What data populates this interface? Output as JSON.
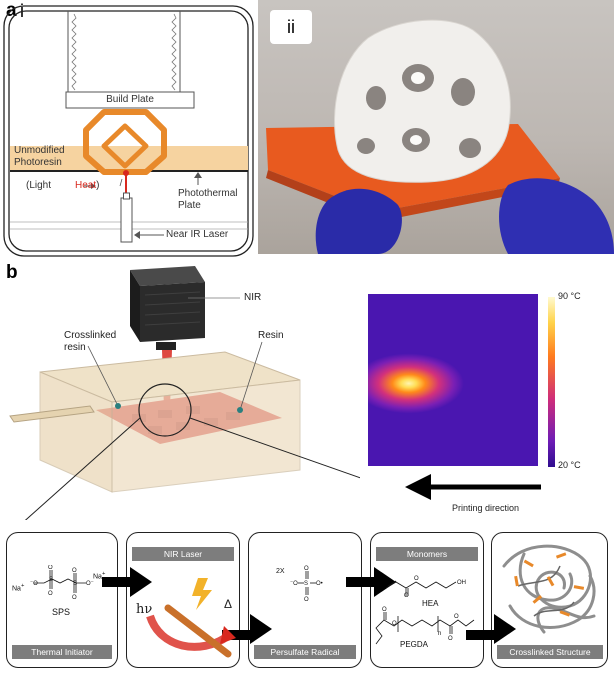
{
  "panel_a": {
    "letter": "a",
    "sub_i": "i",
    "sub_ii": "ii",
    "labels": {
      "build_plate": "Build Plate",
      "resin": "Unmodified\nPhotoresin",
      "light": "(Light",
      "heat": "Heat",
      "close_paren": ")",
      "photothermal": "Photothermal\nPlate",
      "laser": "Near IR Laser"
    }
  },
  "panel_b": {
    "letter": "b",
    "labels": {
      "nir": "NIR",
      "crosslinked_resin": "Crosslinked\nresin",
      "resin": "Resin"
    },
    "thermal_map": {
      "max_label": "90 °C",
      "min_label": "20 °C",
      "direction_label": "Printing direction"
    }
  },
  "steps": [
    {
      "label": "Thermal Initiator",
      "chem_name": "SPS",
      "na1": "Na",
      "na2": "Na"
    },
    {
      "label": "NIR Laser",
      "hv": "hν",
      "delta": "Δ"
    },
    {
      "label": "Persulfate Radical",
      "prefix": "2X"
    },
    {
      "label": "Monomers",
      "m1": "HEA",
      "m2": "PEGDA",
      "n": "n"
    },
    {
      "label": "Crosslinked Structure"
    }
  ],
  "colors": {
    "orange": "#e8892a",
    "resin": "#f6d3a0",
    "red": "#d8281e",
    "label_grey": "#7d7d7d"
  }
}
